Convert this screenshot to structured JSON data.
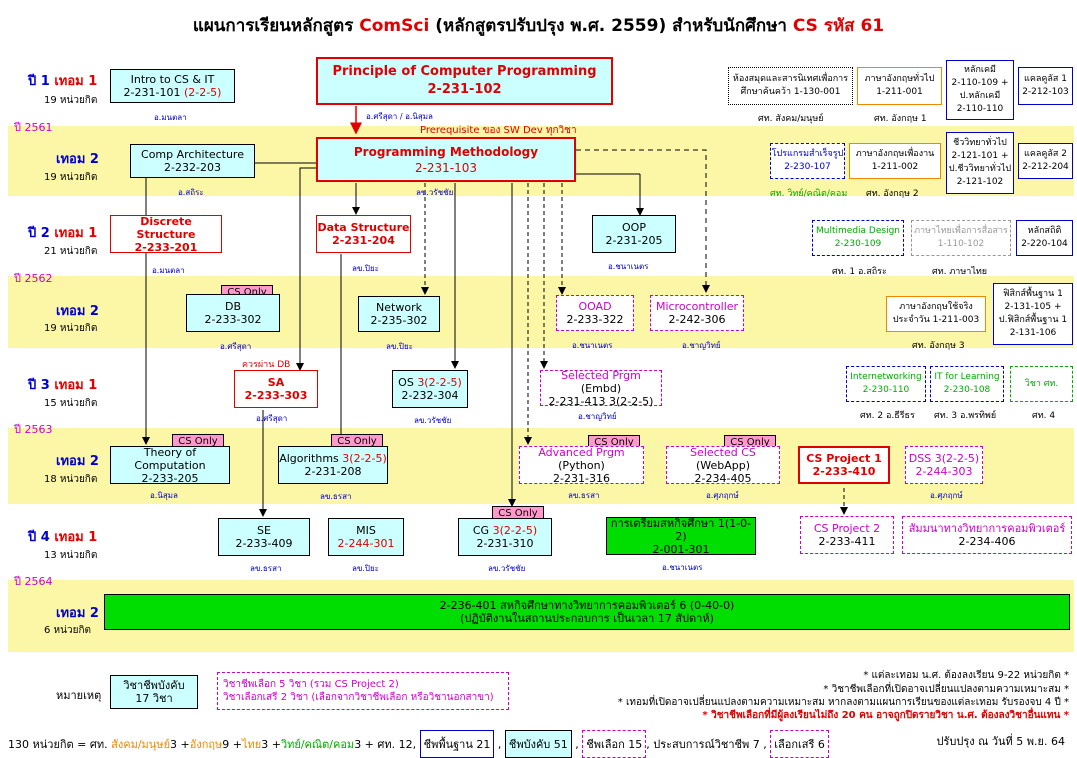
{
  "title": {
    "part1": "แผนการเรียนหลักสูตร ",
    "comsci": "ComSci",
    "part2": " (หลักสูตรปรับปรุง พ.ศ. 2559)  สำหรับนักศึกษา ",
    "cs61": "CS รหัส 61"
  },
  "rows": {
    "y1t1": {
      "year": "ปี 1",
      "term": "เทอม 1",
      "credits": "19 หน่วยกิต"
    },
    "y1t2": {
      "term": "เทอม 2",
      "credits": "19 หน่วยกิต"
    },
    "y2t1": {
      "year": "ปี 2",
      "term": "เทอม 1",
      "credits": "21 หน่วยกิต"
    },
    "y2t2": {
      "term": "เทอม 2",
      "credits": "19 หน่วยกิต"
    },
    "y3t1": {
      "year": "ปี 3",
      "term": "เทอม 1",
      "credits": "15 หน่วยกิต"
    },
    "y3t2": {
      "term": "เทอม 2",
      "credits": "18 หน่วยกิต"
    },
    "y4t1": {
      "year": "ปี 4",
      "term": "เทอม 1",
      "credits": "13 หน่วยกิต"
    },
    "y4t2": {
      "term": "เทอม 2",
      "credits": "6 หน่วยกิต"
    }
  },
  "years": [
    "ปี 2561",
    "ปี 2562",
    "ปี 2563",
    "ปี 2564"
  ],
  "courses": {
    "intro": {
      "name": "Intro to CS & IT",
      "code": "2-231-101",
      "credit": "(2-2-5)",
      "prof": "อ.มนตลา"
    },
    "pcp": {
      "name": "Principle of Computer Programming",
      "code": "2-231-102",
      "prof": "อ.ศรีสุดา / อ.นิสุมล"
    },
    "prereq": "Prerequisite ของ SW Dev ทุกวิชา",
    "pm": {
      "name": "Programming Methodology",
      "code": "2-231-103",
      "prof": "ลข.วรัชชัย"
    },
    "ca": {
      "name": "Comp Architecture",
      "code": "2-232-203",
      "prof": "อ.สถิระ"
    },
    "ds": {
      "name": "Discrete Structure",
      "code": "2-233-201",
      "prof": "อ.มนตลา"
    },
    "dstr": {
      "name": "Data Structure",
      "code": "2-231-204",
      "prof": "ลข.ปิยะ"
    },
    "oop": {
      "name": "OOP",
      "code": "2-231-205",
      "prof": "อ.ชนาเนตร"
    },
    "db": {
      "name": "DB",
      "code": "2-233-302",
      "prof": "อ.ศรีสุดา"
    },
    "net": {
      "name": "Network",
      "code": "2-235-302",
      "prof": "ลข.ปิยะ"
    },
    "ooad": {
      "name": "OOAD",
      "code": "2-233-322",
      "prof": "อ.ชนาเนตร"
    },
    "micro": {
      "name": "Microcontroller",
      "code": "2-242-306",
      "prof": "อ.ชาญวิทย์"
    },
    "sa": {
      "name": "SA",
      "code": "2-233-303",
      "prof": "อ.ศรีสุดา",
      "note": "ควรผ่าน DB"
    },
    "os": {
      "name": "OS",
      "credit": "3(2-2-5)",
      "code": "2-232-304",
      "prof": "ลข.วรัชชัย"
    },
    "selp": {
      "name": "Selected Prgm",
      "sub": "(Embd)",
      "code": "2-231-413  3(2-2-5)",
      "prof": "อ.ชาญวิทย์"
    },
    "toc": {
      "name": "Theory of Computation",
      "code": "2-233-205",
      "prof": "อ.นิสุมล"
    },
    "algo": {
      "name": "Algorithms",
      "credit": "3(2-2-5)",
      "code": "2-231-208",
      "prof": "ลข.ธรสา"
    },
    "advp": {
      "name": "Advanced Prgm",
      "sub": "(Python)",
      "code": "2-231-316",
      "prof": "ลข.ธรสา"
    },
    "selcs": {
      "name": "Selected CS",
      "sub": "(WebApp)",
      "code": "2-234-405",
      "prof": "อ.ศุภฤกษ์"
    },
    "csp1": {
      "name": "CS Project 1",
      "code": "2-233-410"
    },
    "dss": {
      "name": "DSS",
      "credit": "3(2-2-5)",
      "code": "2-244-303",
      "prof": "อ.ศุภฤกษ์"
    },
    "se": {
      "name": "SE",
      "code": "2-233-409",
      "prof": "ลข.ธรสา"
    },
    "mis": {
      "name": "MIS",
      "code": "2-244-301",
      "prof": "ลข.ปิยะ"
    },
    "cg": {
      "name": "CG",
      "credit": "3(2-2-5)",
      "code": "2-231-310",
      "prof": "ลข.วรัชชัย"
    },
    "prep": {
      "name": "การเตรียมสหกิจศึกษา",
      "credit": "1(1-0-2)",
      "code": "2-001-301",
      "prof": "อ.ชนาเนตร"
    },
    "csp2": {
      "name": "CS Project 2",
      "code": "2-233-411"
    },
    "seminar": {
      "name": "สัมมนาทางวิทยาการคอมพิวเตอร์",
      "code": "2-234-406"
    },
    "coop": {
      "line1": "2-236-401  สหกิจศึกษาทางวิทยาการคอมพิวเตอร์  6 (0-40-0)",
      "line2": "(ปฏิบัติงานในสถานประกอบการ เป็นเวลา 17 สัปดาห์)"
    }
  },
  "csonly": "CS Only",
  "gened": {
    "lib": {
      "l1": "ห้องสมุดและสารนิเทศเพื่อการ",
      "l2": "ศึกษาค้นคว้า  1-130-001",
      "prof": "ศท. สังคม/มนุษย์"
    },
    "eng1": {
      "l1": "ภาษาอังกฤษทั่วไป",
      "l2": "1-211-001",
      "prof": "ศท. อังกฤษ 1"
    },
    "chem": {
      "l1": "หลักเคมี",
      "l2": "2-110-109 +",
      "l3": "ป.หลักเคมี",
      "l4": "2-110-110"
    },
    "calc1": {
      "l1": "แคลคูลัส 1",
      "l2": "2-212-103"
    },
    "prog": {
      "l1": "โปรแกรมสำเร็จรูป",
      "l2": "2-230-107",
      "prof": "ศท. วิทย์/คณิต/คอม"
    },
    "eng2": {
      "l1": "ภาษาอังกฤษเพื่องาน",
      "l2": "1-211-002",
      "prof": "ศท. อังกฤษ 2"
    },
    "bio": {
      "l1": "ชีววิทยาทั่วไป",
      "l2": "2-121-101 +",
      "l3": "ป.ชีววิทยาทั่วไป",
      "l4": "2-121-102"
    },
    "calc2": {
      "l1": "แคลคูลัส 2",
      "l2": "2-212-204"
    },
    "mm": {
      "l1": "Multimedia Design",
      "l2": "2-230-109",
      "prof": "ศท. 1  อ.สถิระ"
    },
    "thai": {
      "l1": "ภาษาไทยเพื่อการสื่อสาร",
      "l2": "1-110-102",
      "prof": "ศท. ภาษาไทย"
    },
    "stat": {
      "l1": "หลักสถิติ",
      "l2": "2-220-104"
    },
    "eng3": {
      "l1": "ภาษาอังกฤษใช้จริง",
      "l2": "ประจำวัน  1-211-003",
      "prof": "ศท. อังกฤษ 3"
    },
    "phys": {
      "l1": "ฟิสิกส์พื้นฐาน 1",
      "l2": "2-131-105 +",
      "l3": "ป.ฟิสิกส์พื้นฐาน 1",
      "l4": "2-131-106"
    },
    "inet": {
      "l1": "Internetworking",
      "l2": "2-230-110",
      "prof": "ศท. 2  อ.ธีรีธร"
    },
    "itl": {
      "l1": "IT for Learning",
      "l2": "2-230-108",
      "prof": "ศท. 3  อ.พรทิพย์"
    },
    "sci": {
      "l1": "วิชา ศท.",
      "prof": "ศท. 4"
    }
  },
  "legend": {
    "label": "หมายเหตุ",
    "required": {
      "l1": "วิชาชีพบังคับ",
      "l2": "17 วิชา"
    },
    "elective": {
      "l1": "วิชาชีพเลือก  5 วิชา  (รวม CS Project 2)",
      "l2": "วิชาเลือกเสรี  2 วิชา  (เลือกจากวิชาชีพเลือก หรือวิชานอกสาขา)"
    }
  },
  "notes": [
    "* แต่ละเทอม น.ศ. ต้องลงเรียน 9-22 หน่วยกิต *",
    "* วิชาชีพเลือกที่เปิดอาจเปลี่ยนแปลงตามความเหมาะสม *",
    "* เทอมที่เปิดอาจเปลี่ยนแปลงตามความเหมาะสม  หากลงตามแผนการเรียนของแต่ละเทอม รับรองจบ 4 ปี *",
    "* วิชาชีพเลือกที่มีผู้ลงเรียนไม่ถึง 20 คน อาจถูกปิดรายวิชา น.ศ. ต้องลงวิชาอื่นแทน *"
  ],
  "summary": {
    "total": "130 หน่วยกิต = ศท.",
    "soc": "สังคม/มนุษย์",
    "n3a": " 3 + ",
    "eng": "อังกฤษ",
    "n9": " 9 + ",
    "thai": "ไทย",
    "n3b": " 3 + ",
    "sci": "วิทย์/คณิต/คอม",
    "rest": " 3 + ศท. 12,",
    "basic": "ชีพพื้นฐาน 21",
    "req": "ชีพบังคับ 51",
    "elect": "ชีพเลือก 15",
    "exp": ", ประสบการณ์วิชาชีพ 7 ,",
    "free": "เลือกเสรี 6",
    "updated": "ปรับปรุง ณ วันที่ 5 พ.ย. 64"
  },
  "colors": {
    "band": "#fcf7a6",
    "cyan": "#ccffff",
    "red": "#e00000",
    "magenta": "#cc00cc",
    "blue": "#0000cc",
    "green": "#00dd00",
    "pink": "#ff99cc"
  }
}
